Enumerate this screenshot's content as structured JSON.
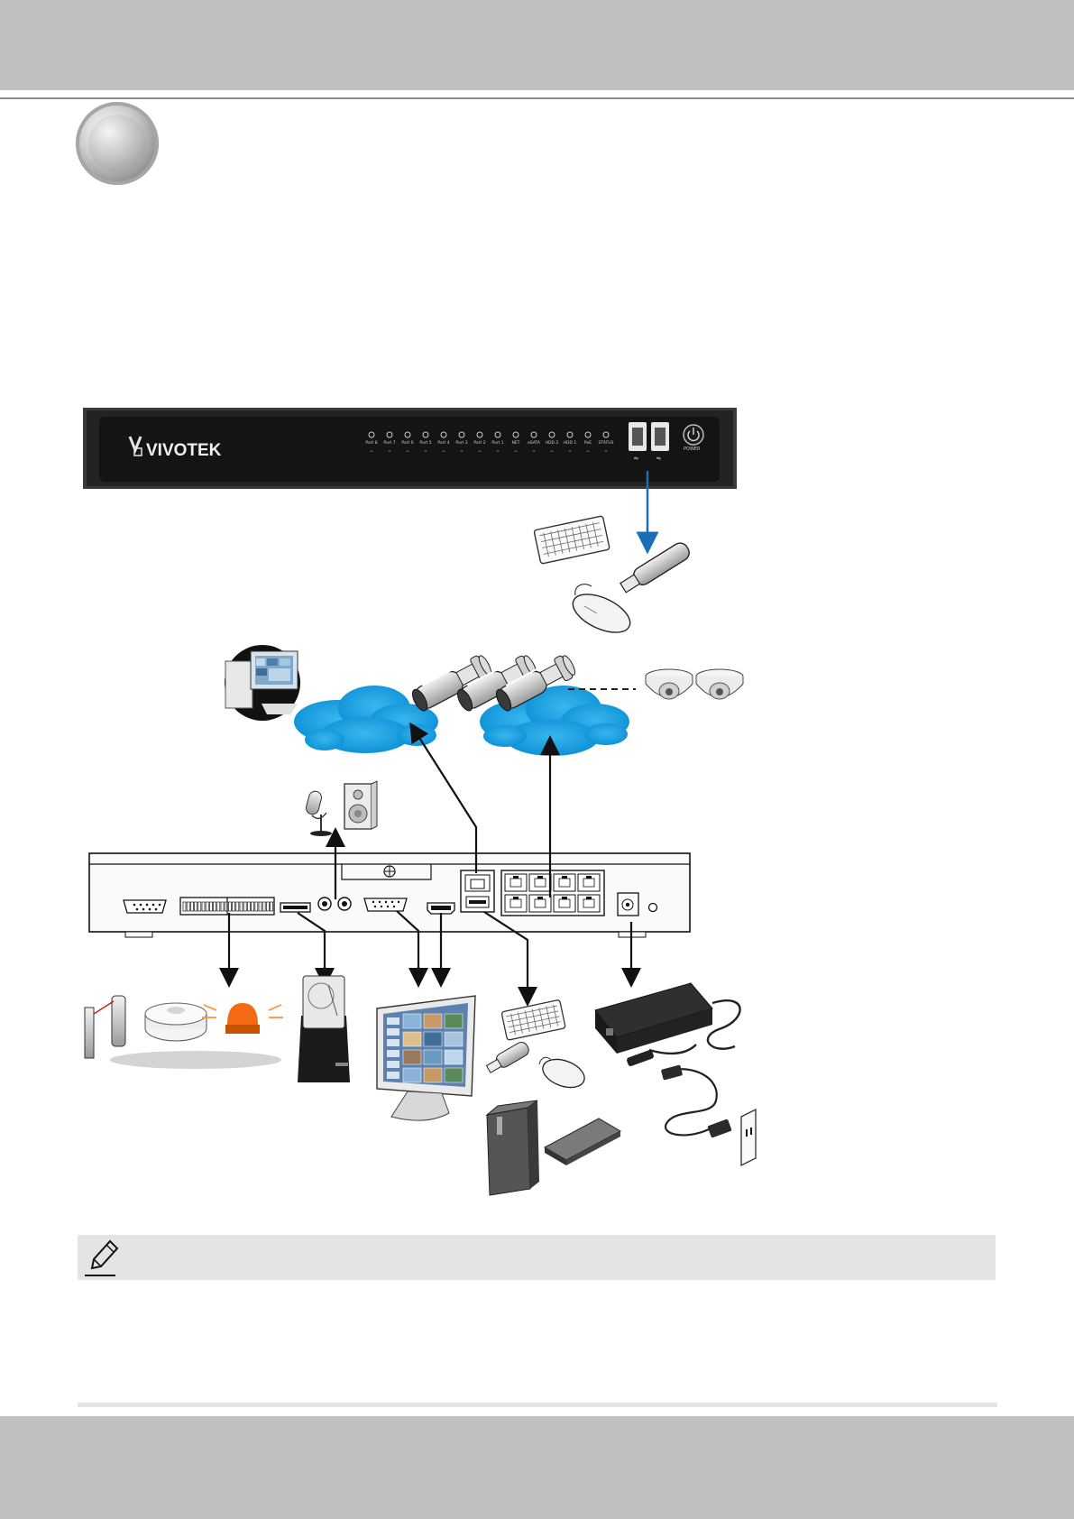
{
  "front_panel": {
    "brand": "VIVOTEK",
    "led_labels": [
      "Port 8",
      "Port 7",
      "Port 6",
      "Port 5",
      "Port 4",
      "Port 3",
      "Port 2",
      "Port 1",
      "NET",
      "eSATA",
      "HDD 2",
      "HDD 1",
      "PoE",
      "STATUS"
    ],
    "power_label": "POWER"
  },
  "colors": {
    "cloud": "#1aa0e0",
    "usb_arrow": "#1a6fb4",
    "panel": "#1f1f1f",
    "band": "#bfc0bf"
  },
  "icons": {
    "section_badge": "grey-circle-badge",
    "note": "pencil-note-icon"
  }
}
